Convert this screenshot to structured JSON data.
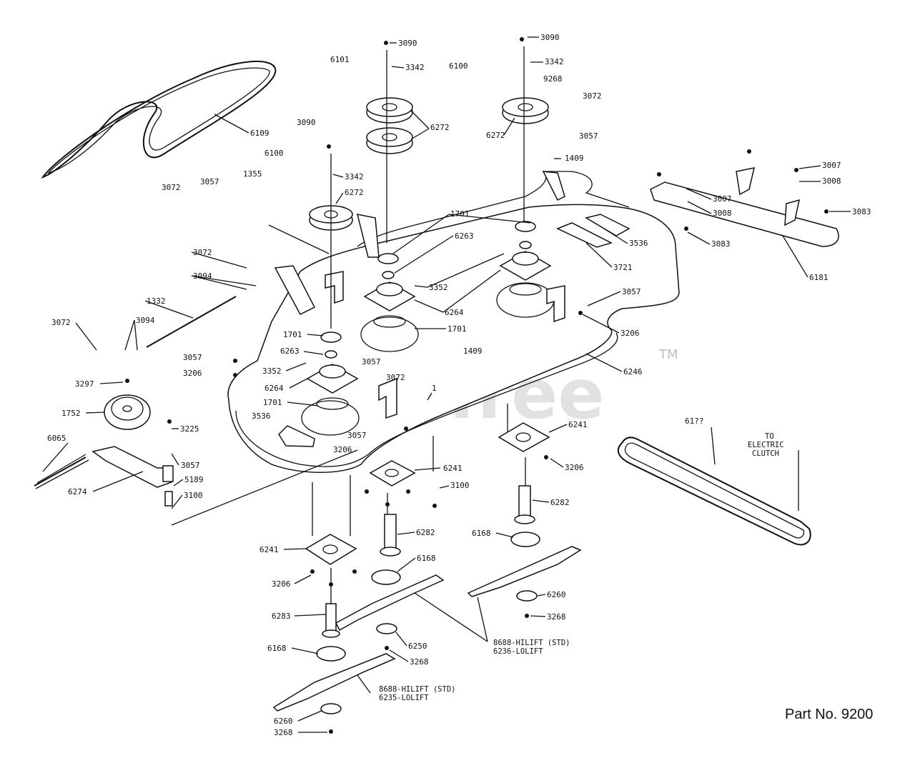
{
  "watermark": {
    "text": "PartsTree",
    "tm": "TM"
  },
  "part_number": "Part No. 9200",
  "notes": {
    "to_electric": "TO",
    "electric": "ELECTRIC",
    "clutch": "CLUTCH",
    "blade_right_a": "8688-HILIFT (STD)",
    "blade_right_b": "6236-LOLIFT",
    "blade_left_a": "8688-HILIFT (STD)",
    "blade_left_b": "6235-LOLIFT"
  },
  "labels": [
    "3090",
    "3342",
    "6101",
    "3090",
    "3342",
    "6100",
    "9268",
    "3072",
    "6272",
    "6272",
    "3057",
    "6109",
    "3090",
    "6100",
    "3342",
    "1409",
    "1355",
    "3057",
    "3072",
    "6272",
    "3007",
    "3008",
    "3007",
    "3008",
    "3083",
    "1701",
    "6263",
    "3536",
    "3721",
    "3083",
    "3072",
    "3094",
    "3352",
    "3057",
    "6181",
    "6264",
    "1332",
    "3072",
    "3094",
    "1701",
    "1701",
    "3206",
    "3057",
    "6263",
    "3057",
    "1409",
    "3206",
    "3352",
    "6246",
    "6264",
    "3072",
    "1701",
    "3297",
    "3536",
    "1752",
    "3225",
    "3057",
    "6241",
    "6065",
    "3206",
    "3057",
    "6241",
    "5189",
    "3100",
    "6274",
    "3100",
    "3206",
    "6282",
    "6282",
    "6241",
    "6168",
    "6168",
    "3206",
    "6260",
    "3268",
    "6283",
    "6250",
    "6168",
    "3268",
    "6260",
    "3268",
    "61??",
    "1"
  ]
}
